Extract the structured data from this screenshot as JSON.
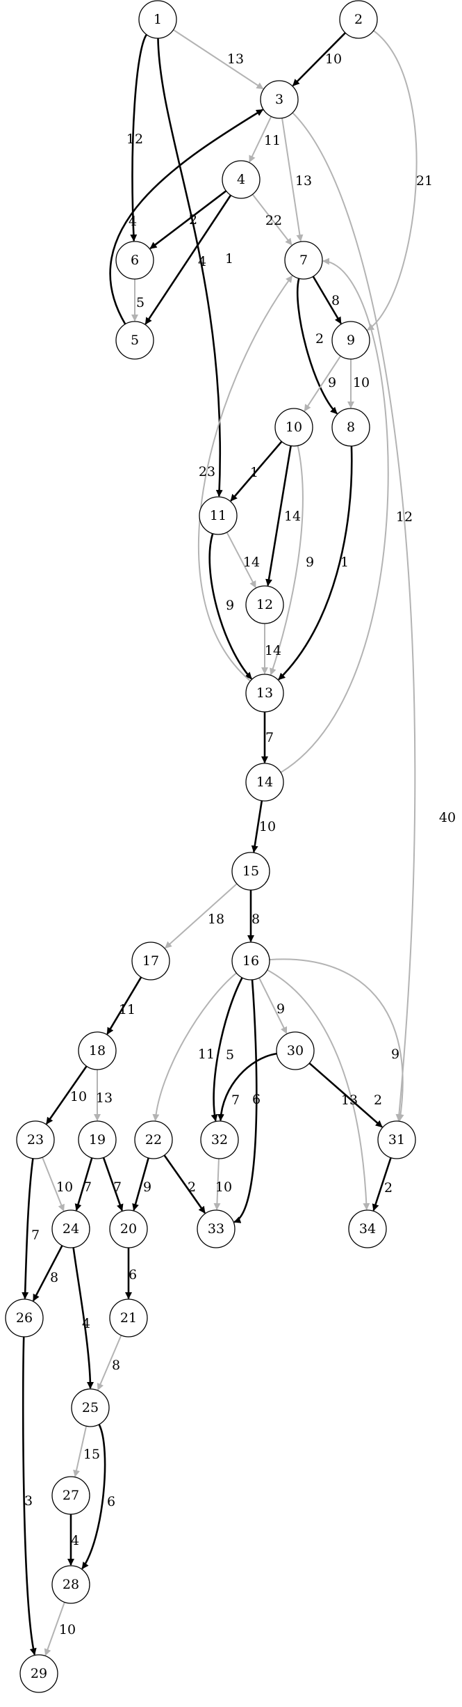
{
  "graph": {
    "colors": {
      "bold": "#000000",
      "light": "#b3b3b3"
    },
    "nodes": [
      {
        "id": "1"
      },
      {
        "id": "2"
      },
      {
        "id": "3"
      },
      {
        "id": "4"
      },
      {
        "id": "5"
      },
      {
        "id": "6"
      },
      {
        "id": "7"
      },
      {
        "id": "8"
      },
      {
        "id": "9"
      },
      {
        "id": "10"
      },
      {
        "id": "11"
      },
      {
        "id": "12"
      },
      {
        "id": "13"
      },
      {
        "id": "14"
      },
      {
        "id": "15"
      },
      {
        "id": "16"
      },
      {
        "id": "17"
      },
      {
        "id": "18"
      },
      {
        "id": "19"
      },
      {
        "id": "20"
      },
      {
        "id": "21"
      },
      {
        "id": "22"
      },
      {
        "id": "23"
      },
      {
        "id": "24"
      },
      {
        "id": "25"
      },
      {
        "id": "26"
      },
      {
        "id": "27"
      },
      {
        "id": "28"
      },
      {
        "id": "29"
      },
      {
        "id": "30"
      },
      {
        "id": "31"
      },
      {
        "id": "32"
      },
      {
        "id": "33"
      },
      {
        "id": "34"
      }
    ],
    "edges": [
      {
        "from": "1",
        "to": "3",
        "weight": "13",
        "style": "light"
      },
      {
        "from": "1",
        "to": "6",
        "weight": "12",
        "style": "bold"
      },
      {
        "from": "1",
        "to": "11",
        "weight": "1",
        "style": "bold"
      },
      {
        "from": "2",
        "to": "3",
        "weight": "10",
        "style": "bold"
      },
      {
        "from": "2",
        "to": "9",
        "weight": "21",
        "style": "light"
      },
      {
        "from": "3",
        "to": "4",
        "weight": "11",
        "style": "light"
      },
      {
        "from": "3",
        "to": "7",
        "weight": "13",
        "style": "light"
      },
      {
        "from": "3",
        "to": "31",
        "weight": "40",
        "style": "light"
      },
      {
        "from": "4",
        "to": "6",
        "weight": "2",
        "style": "bold"
      },
      {
        "from": "4",
        "to": "5",
        "weight": "4",
        "style": "bold"
      },
      {
        "from": "4",
        "to": "7",
        "weight": "22",
        "style": "light"
      },
      {
        "from": "5",
        "to": "3",
        "weight": "4",
        "style": "bold"
      },
      {
        "from": "6",
        "to": "5",
        "weight": "5",
        "style": "light"
      },
      {
        "from": "7",
        "to": "9",
        "weight": "8",
        "style": "bold"
      },
      {
        "from": "7",
        "to": "8",
        "weight": "2",
        "style": "bold"
      },
      {
        "from": "9",
        "to": "10",
        "weight": "9",
        "style": "light"
      },
      {
        "from": "9",
        "to": "8",
        "weight": "10",
        "style": "light"
      },
      {
        "from": "10",
        "to": "11",
        "weight": "1",
        "style": "bold"
      },
      {
        "from": "10",
        "to": "12",
        "weight": "14",
        "style": "bold"
      },
      {
        "from": "10",
        "to": "13",
        "weight": "9",
        "style": "light"
      },
      {
        "from": "8",
        "to": "13",
        "weight": "1",
        "style": "bold"
      },
      {
        "from": "11",
        "to": "12",
        "weight": "14",
        "style": "light"
      },
      {
        "from": "11",
        "to": "13",
        "weight": "9",
        "style": "bold"
      },
      {
        "from": "12",
        "to": "13",
        "weight": "14",
        "style": "light"
      },
      {
        "from": "13",
        "to": "7",
        "weight": "23",
        "style": "light"
      },
      {
        "from": "13",
        "to": "14",
        "weight": "7",
        "style": "bold"
      },
      {
        "from": "14",
        "to": "7",
        "weight": "12",
        "style": "light"
      },
      {
        "from": "14",
        "to": "15",
        "weight": "10",
        "style": "bold"
      },
      {
        "from": "15",
        "to": "17",
        "weight": "18",
        "style": "light"
      },
      {
        "from": "15",
        "to": "16",
        "weight": "8",
        "style": "bold"
      },
      {
        "from": "17",
        "to": "18",
        "weight": "11",
        "style": "bold"
      },
      {
        "from": "16",
        "to": "30",
        "weight": "9",
        "style": "light"
      },
      {
        "from": "16",
        "to": "22",
        "weight": "11",
        "style": "light"
      },
      {
        "from": "16",
        "to": "32",
        "weight": "5",
        "style": "bold"
      },
      {
        "from": "16",
        "to": "33",
        "weight": "6",
        "style": "bold"
      },
      {
        "from": "16",
        "to": "34",
        "weight": "13",
        "style": "light"
      },
      {
        "from": "16",
        "to": "31",
        "weight": "9",
        "style": "light"
      },
      {
        "from": "18",
        "to": "23",
        "weight": "10",
        "style": "bold"
      },
      {
        "from": "18",
        "to": "19",
        "weight": "13",
        "style": "light"
      },
      {
        "from": "30",
        "to": "32",
        "weight": "7",
        "style": "bold"
      },
      {
        "from": "30",
        "to": "31",
        "weight": "2",
        "style": "bold"
      },
      {
        "from": "23",
        "to": "24",
        "weight": "10",
        "style": "light"
      },
      {
        "from": "23",
        "to": "26",
        "weight": "7",
        "style": "bold"
      },
      {
        "from": "19",
        "to": "24",
        "weight": "7",
        "style": "bold"
      },
      {
        "from": "19",
        "to": "20",
        "weight": "7",
        "style": "bold"
      },
      {
        "from": "22",
        "to": "20",
        "weight": "9",
        "style": "bold"
      },
      {
        "from": "22",
        "to": "33",
        "weight": "2",
        "style": "bold"
      },
      {
        "from": "32",
        "to": "33",
        "weight": "10",
        "style": "light"
      },
      {
        "from": "31",
        "to": "34",
        "weight": "2",
        "style": "bold"
      },
      {
        "from": "24",
        "to": "26",
        "weight": "8",
        "style": "bold"
      },
      {
        "from": "24",
        "to": "25",
        "weight": "4",
        "style": "bold"
      },
      {
        "from": "20",
        "to": "21",
        "weight": "6",
        "style": "bold"
      },
      {
        "from": "21",
        "to": "25",
        "weight": "8",
        "style": "light"
      },
      {
        "from": "26",
        "to": "29",
        "weight": "3",
        "style": "bold"
      },
      {
        "from": "25",
        "to": "27",
        "weight": "15",
        "style": "light"
      },
      {
        "from": "25",
        "to": "28",
        "weight": "6",
        "style": "bold"
      },
      {
        "from": "27",
        "to": "28",
        "weight": "4",
        "style": "bold"
      },
      {
        "from": "28",
        "to": "29",
        "weight": "10",
        "style": "light"
      }
    ]
  }
}
